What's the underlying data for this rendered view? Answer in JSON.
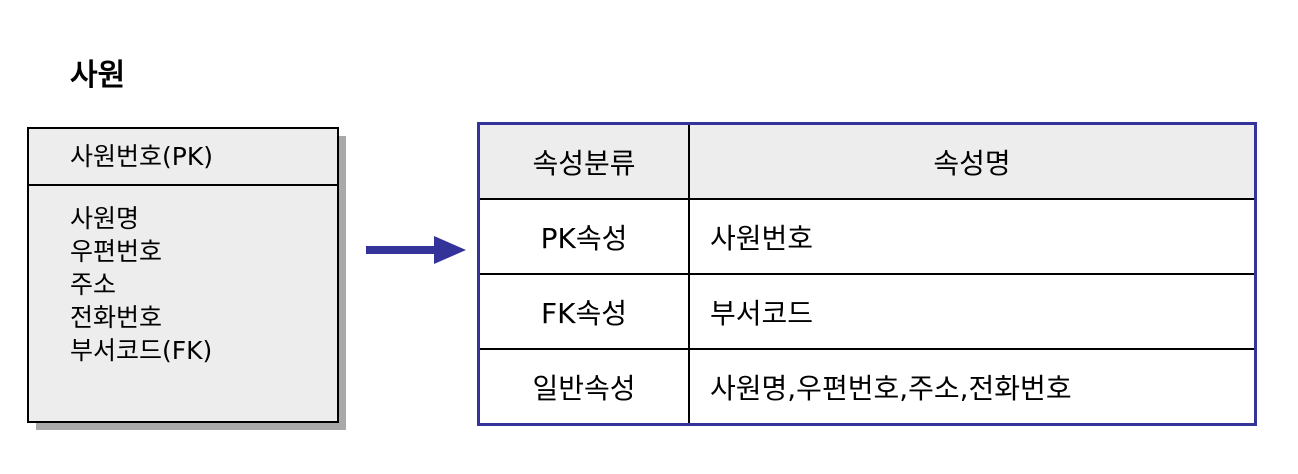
{
  "entity": {
    "title": "사원",
    "primary_key": "사원번호(PK)",
    "attributes": [
      "사원명",
      "우편번호",
      "주소",
      "전화번호",
      "부서코드(FK)"
    ]
  },
  "arrow_icon": "arrow-right-icon",
  "colors": {
    "arrow": "#333399",
    "table_border": "#333399",
    "box_fill": "#ededed",
    "shadow": "#a9a9a9"
  },
  "table": {
    "headers": [
      "속성분류",
      "속성명"
    ],
    "rows": [
      {
        "category": "PK속성",
        "names": "사원번호"
      },
      {
        "category": "FK속성",
        "names": "부서코드"
      },
      {
        "category": "일반속성",
        "names": "사원명,우편번호,주소,전화번호"
      }
    ]
  }
}
